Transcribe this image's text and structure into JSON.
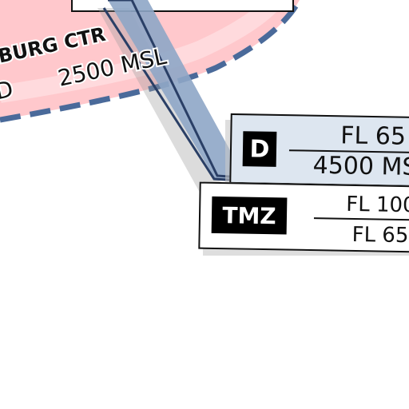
{
  "colors": {
    "ctr_fill": "#ffc8cc",
    "ctr_border": "#4a6a9a",
    "tmz_band": "#8ea6c6",
    "tmz_edge": "#2a3f66",
    "d_box_fill": "#dde6f0",
    "label_border": "#111111",
    "badge_bg": "#000000",
    "badge_text": "#ffffff"
  },
  "ctr": {
    "name": "BURG CTR",
    "class_letter": "D",
    "upper_limit": "2500 MSL"
  },
  "d_box": {
    "class_badge": "D",
    "upper": "FL 65",
    "lower": "4500 MS"
  },
  "tmz_box": {
    "badge": "TMZ",
    "upper": "FL 100",
    "lower": "FL 65"
  }
}
